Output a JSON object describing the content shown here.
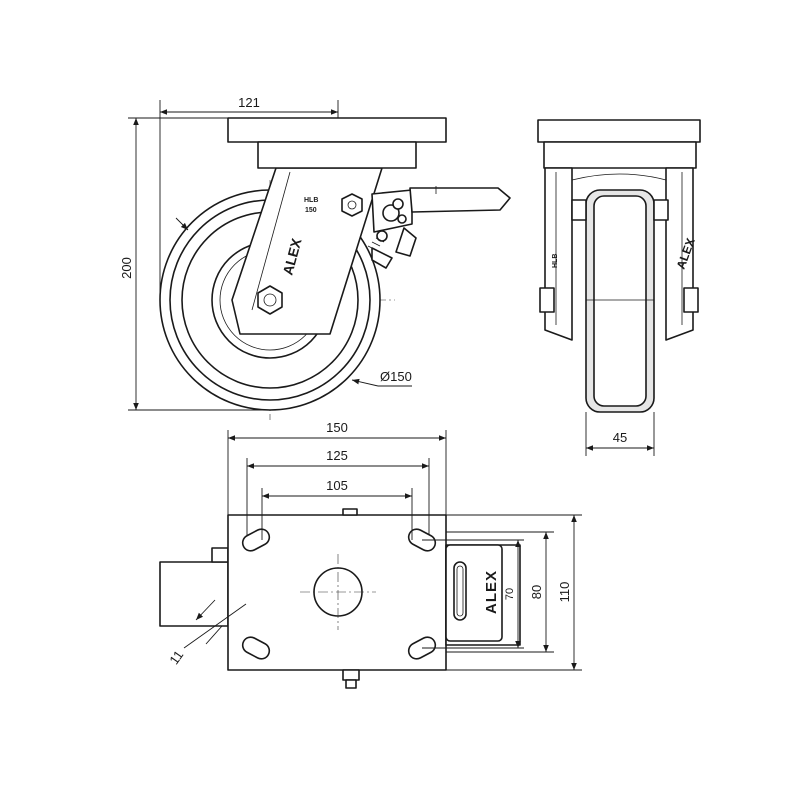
{
  "dimensions": {
    "plate_offset": "121",
    "total_height": "200",
    "wheel_diameter": "Ø150",
    "wheel_width": "45",
    "plate_length": "150",
    "hole_spacing_outer": "125",
    "hole_spacing_inner": "105",
    "slot_width": "11",
    "hole_spacing_side": "70",
    "plate_width_inner": "80",
    "plate_width": "110"
  },
  "markings": {
    "model_line1": "HLB",
    "model_line2": "150",
    "brand": "ALEX",
    "fork_brand": "ALEX"
  }
}
